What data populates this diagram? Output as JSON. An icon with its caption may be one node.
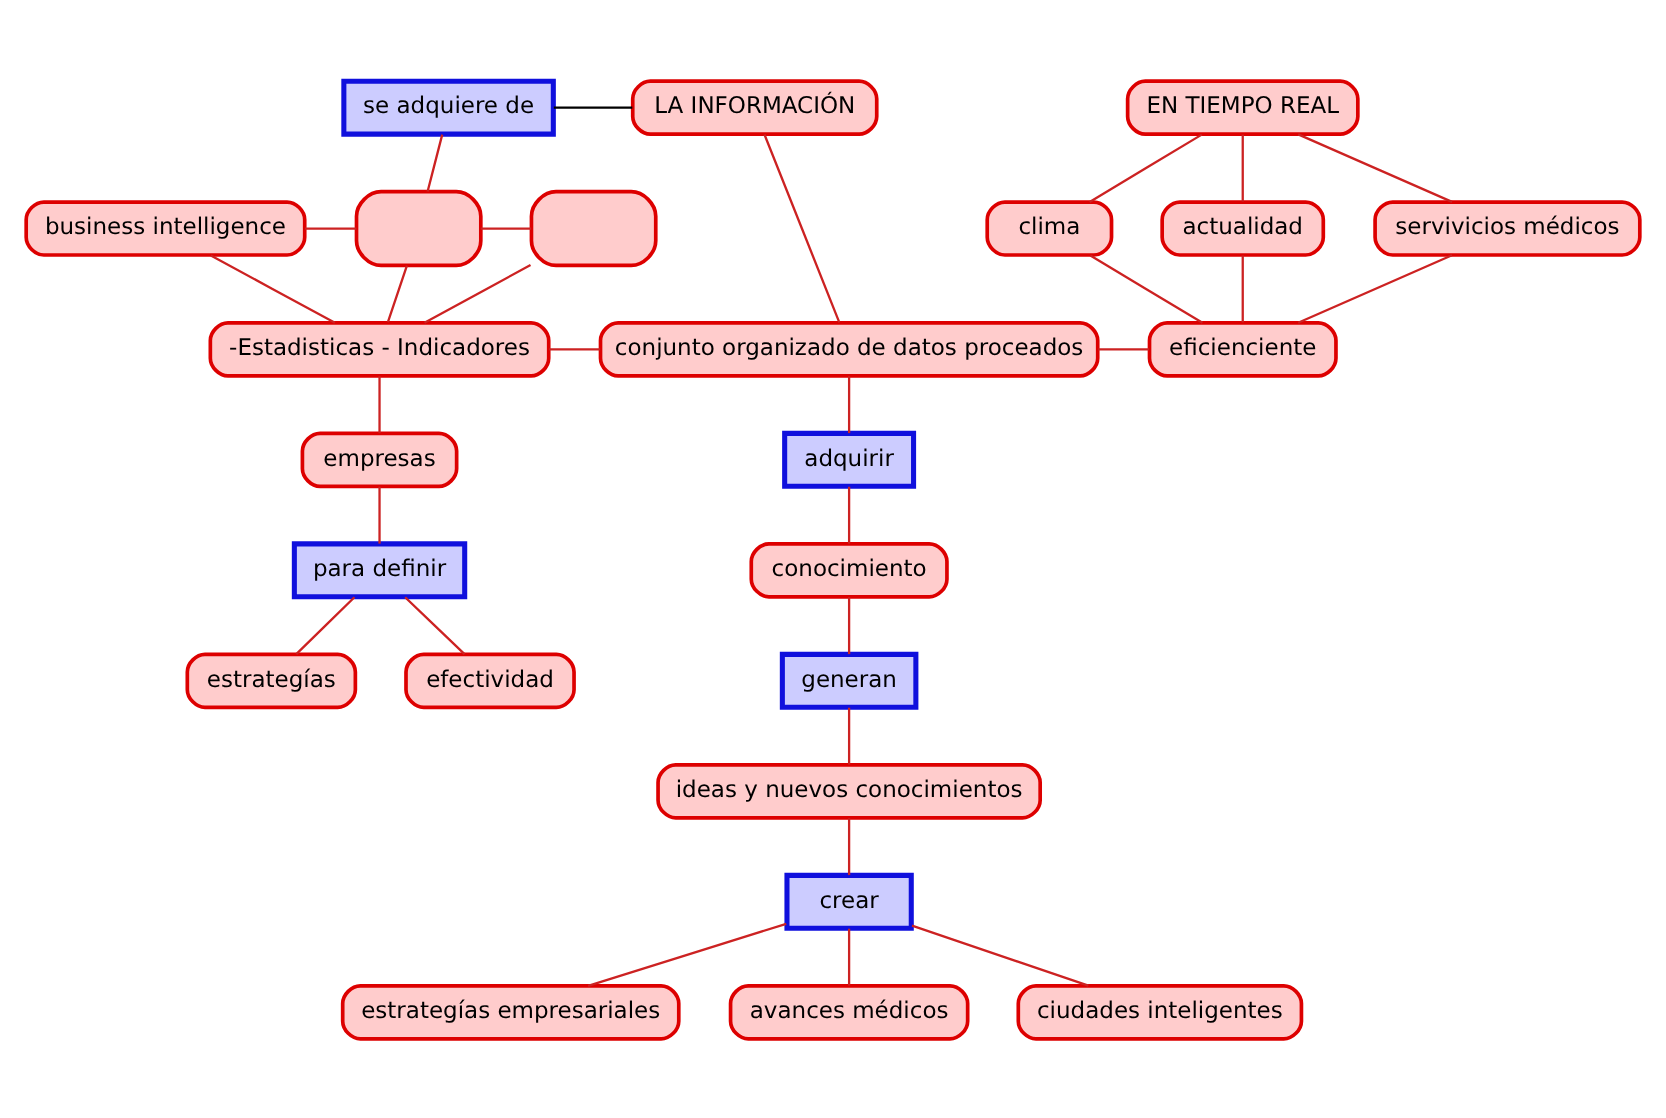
{
  "diagram": {
    "nodes": [
      {
        "text": [
          "se adquiere de"
        ]
      },
      {
        "text": [
          "LA INFORMACIÓN"
        ]
      },
      {
        "text": [
          "EN TIEMPO REAL"
        ]
      },
      {
        "text": [
          "business intelligence"
        ]
      },
      {
        "text": [],
        "shape": "box"
      },
      {
        "text": [],
        "shape": "box"
      },
      {
        "text": [
          "clima"
        ]
      },
      {
        "text": [
          "actualidad"
        ]
      },
      {
        "text": [
          "servivicios médicos"
        ]
      },
      {
        "text": [
          "-Estadisticas - Indicadores"
        ]
      },
      {
        "text": [
          "conjunto organizado de datos proceados"
        ]
      },
      {
        "text": [
          "eficienciente"
        ]
      },
      {
        "text": [
          "adquirir"
        ]
      },
      {
        "text": [
          "empresas"
        ]
      },
      {
        "text": [
          "conocimiento"
        ]
      },
      {
        "text": [
          "para definir"
        ]
      },
      {
        "text": [
          "generan"
        ]
      },
      {
        "text": [
          "estrategías"
        ]
      },
      {
        "text": [
          "efectividad"
        ]
      },
      {
        "text": [
          "ideas y nuevos conocimientos"
        ]
      },
      {
        "text": [
          "crear"
        ]
      },
      {
        "text": [
          "estrategías empresariales"
        ]
      },
      {
        "text": [
          "avances médicos"
        ]
      },
      {
        "text": [
          "ciudades inteligentes"
        ]
      }
    ],
    "edges": [
      {
        "from": 0,
        "to": 1,
        "arrow": "none",
        "color": "#000000"
      },
      {
        "from": 0,
        "to": 4,
        "arrow": "none"
      },
      {
        "from": 3,
        "to": 4,
        "arrow": "none"
      },
      {
        "from": 4,
        "to": 5,
        "arrow": "none"
      },
      {
        "from": 4,
        "to": 9,
        "arrow": "none"
      },
      {
        "from": 3,
        "to": 9,
        "arrow": "none"
      },
      {
        "from": 5,
        "to": 9,
        "arrow": "none"
      },
      {
        "from": 1,
        "to": 10,
        "arrow": "none"
      },
      {
        "from": 9,
        "to": 10,
        "arrow": "none"
      },
      {
        "from": 10,
        "to": 11,
        "arrow": "none"
      },
      {
        "from": 2,
        "to": 6,
        "arrow": "none"
      },
      {
        "from": 2,
        "to": 7,
        "arrow": "none"
      },
      {
        "from": 2,
        "to": 8,
        "arrow": "none"
      },
      {
        "from": 6,
        "to": 11,
        "arrow": "none"
      },
      {
        "from": 7,
        "to": 11,
        "arrow": "none"
      },
      {
        "from": 8,
        "to": 11,
        "arrow": "none"
      },
      {
        "from": 10,
        "to": 12,
        "arrow": "none"
      },
      {
        "from": 12,
        "to": 14,
        "arrow": "none"
      },
      {
        "from": 14,
        "to": 16,
        "arrow": "none"
      },
      {
        "from": 16,
        "to": 19,
        "arrow": "none"
      },
      {
        "from": 19,
        "to": 20,
        "arrow": "none"
      },
      {
        "from": 20,
        "to": 21,
        "arrow": "none"
      },
      {
        "from": 20,
        "to": 23,
        "arrow": "none"
      },
      {
        "from": 20,
        "to": 22,
        "arrow": "none"
      },
      {
        "from": 9,
        "to": 13,
        "arrow": "none"
      },
      {
        "from": 13,
        "to": 15,
        "arrow": "none"
      },
      {
        "from": 15,
        "to": 17,
        "arrow": "none"
      },
      {
        "from": 15,
        "to": 18,
        "arrow": "none"
      }
    ]
  }
}
